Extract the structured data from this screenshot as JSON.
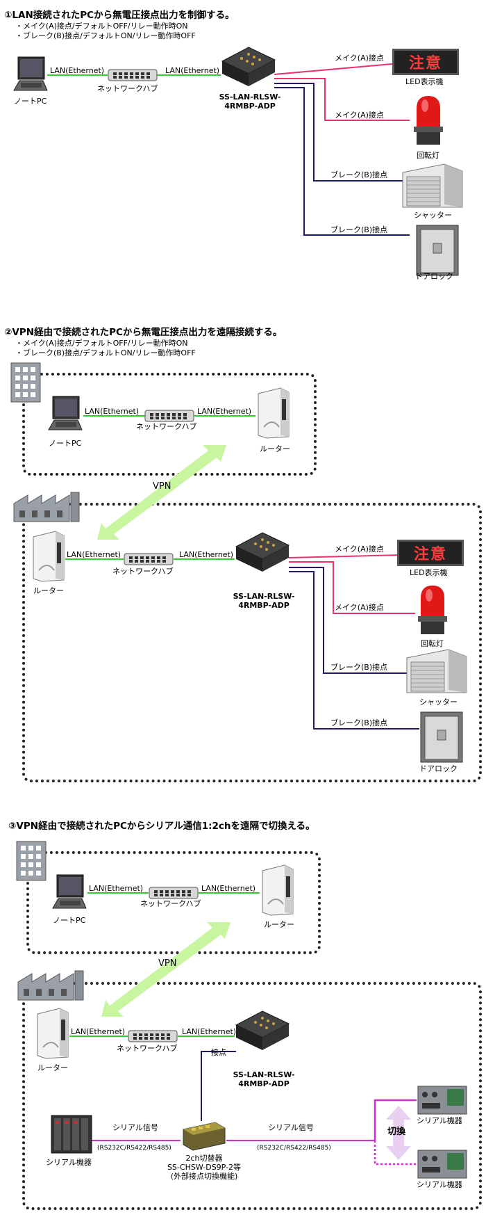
{
  "s1": {
    "title": "①LAN接続されたPCから無電圧接点出力を制御する。",
    "note1": "・メイク(A)接点/デフォルトOFF/リレー動作時ON",
    "note2": "・ブレーク(B)接点/デフォルトON/リレー動作時OFF",
    "lan": "LAN(Ethernet)",
    "pc": "ノートPC",
    "hub": "ネットワークハブ",
    "dev_line1": "SS-LAN-RLSW-",
    "dev_line2": "4RMBP-ADP",
    "make": "メイク(A)接点",
    "brk": "ブレーク(B)接点",
    "led": "LED表示機",
    "led_text": "注意",
    "lamp": "回転灯",
    "shutter": "シャッター",
    "door": "ドアロック"
  },
  "s2": {
    "title": "②VPN経由で接続されたPCから無電圧接点出力を遠隔接続する。",
    "note1": "・メイク(A)接点/デフォルトOFF/リレー動作時ON",
    "note2": "・ブレーク(B)接点/デフォルトON/リレー動作時OFF",
    "lan": "LAN(Ethernet)",
    "pc": "ノートPC",
    "hub": "ネットワークハブ",
    "router": "ルーター",
    "vpn": "VPN",
    "dev_line1": "SS-LAN-RLSW-",
    "dev_line2": "4RMBP-ADP",
    "make": "メイク(A)接点",
    "brk": "ブレーク(B)接点",
    "led": "LED表示機",
    "led_text": "注意",
    "lamp": "回転灯",
    "shutter": "シャッター",
    "door": "ドアロック"
  },
  "s3": {
    "title": "③VPN経由で接続されたPCからシリアル通信1:2chを遠隔で切換える。",
    "lan": "LAN(Ethernet)",
    "pc": "ノートPC",
    "hub": "ネットワークハブ",
    "router": "ルーター",
    "vpn": "VPN",
    "contact": "接点",
    "dev_line1": "SS-LAN-RLSW-",
    "dev_line2": "4RMBP-ADP",
    "serial_signal": "シリアル信号",
    "serial_std": "(RS232C/RS422/RS485)",
    "serial_device": "シリアル機器",
    "switch_line1": "2ch切替器",
    "switch_line2": "SS-CHSW-DS9P-2等",
    "switch_line3": "(外部接点切換機能)",
    "switching": "切換"
  },
  "colors": {
    "lan": "#33cc33",
    "make": "#e8336d",
    "brk": "#1a1a66",
    "serial": "#cc33cc",
    "vpn": "#c8f5a0"
  }
}
